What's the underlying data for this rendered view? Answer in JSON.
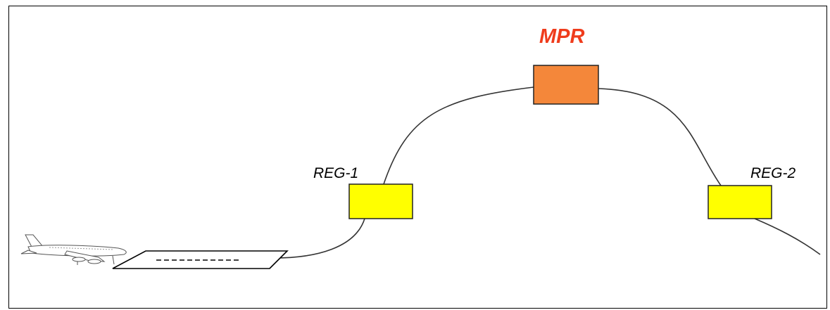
{
  "diagram": {
    "nodes": [
      {
        "id": "mpr",
        "label": "MPR",
        "color": "#f4873a",
        "label_color": "#ef3c1c"
      },
      {
        "id": "reg1",
        "label": "REG-1",
        "color": "#ffff00"
      },
      {
        "id": "reg2",
        "label": "REG-2",
        "color": "#ffff00"
      }
    ],
    "icons": [
      "airplane-icon",
      "runway-icon"
    ],
    "line_color": "#333333"
  }
}
